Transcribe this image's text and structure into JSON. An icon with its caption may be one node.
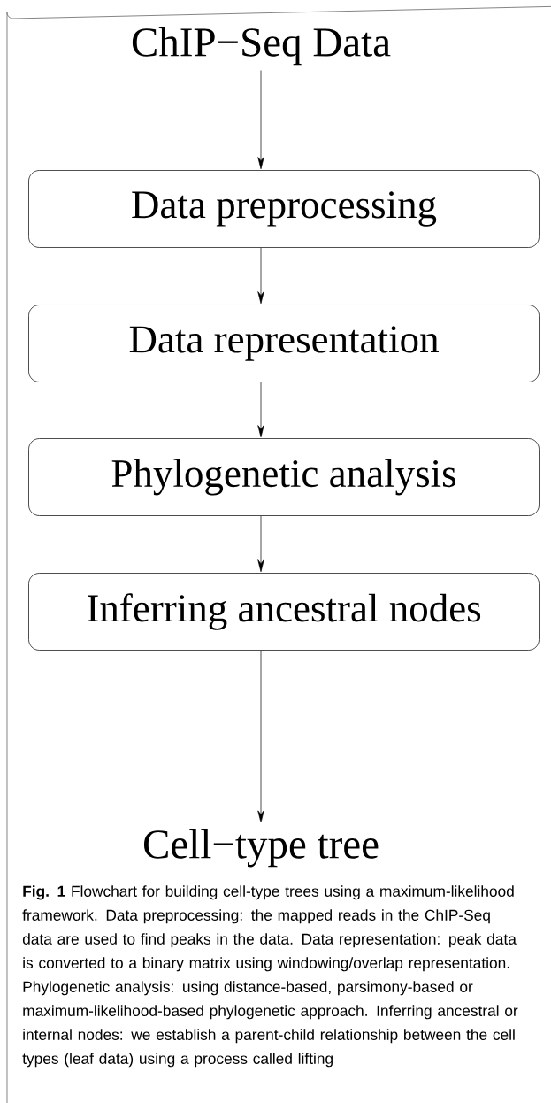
{
  "diagram": {
    "caption": "**Fig. 1** Flowchart for building cell-type trees using a maximum-likelihood framework. Data preprocessing: the mapped reads in the ChIP-Seq data are used to find peaks in the data. Data representation: peak data is converted to a binary matrix using windowing/overlap representation. Phylogenetic analysis: using distance-based, parsimony-based or maximum-likelihood-based phylogenetic approach. Inferring ancestral or internal nodes: we establish a parent-child relationship between the cell types (leaf data) using a process called lifting",
    "nodes": [
      {
        "text": [
          "ChIP−Seq Data"
        ]
      },
      {
        "text": [
          "Data preprocessing"
        ]
      },
      {
        "text": [
          "Data representation"
        ]
      },
      {
        "text": [
          "Phylogenetic analysis"
        ]
      },
      {
        "text": [
          "Inferring ancestral nodes"
        ]
      },
      {
        "text": [
          "Cell−type tree"
        ]
      }
    ],
    "edges": [
      {
        "from": 0,
        "to": 1,
        "arrow": "to"
      },
      {
        "from": 1,
        "to": 2,
        "arrow": "to"
      },
      {
        "from": 2,
        "to": 3,
        "arrow": "to"
      },
      {
        "from": 3,
        "to": 4,
        "arrow": "to"
      },
      {
        "from": 4,
        "to": 5,
        "arrow": "to"
      }
    ]
  }
}
